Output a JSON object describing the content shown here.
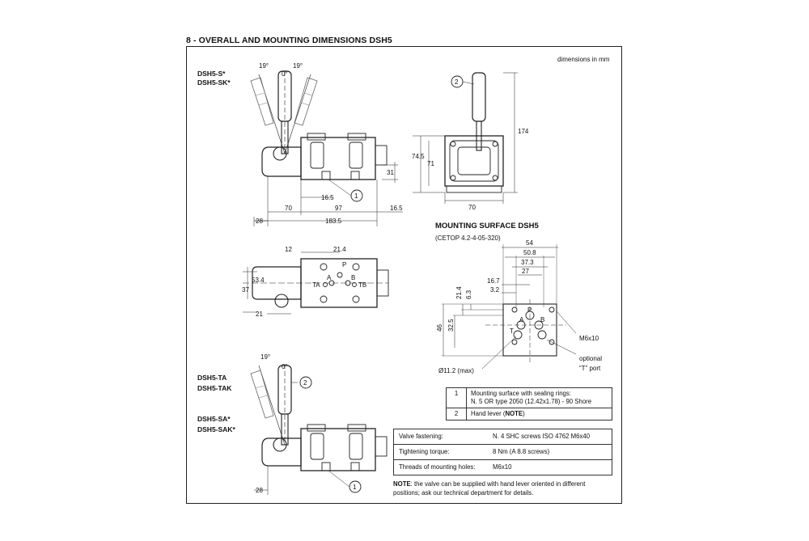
{
  "heading": "8 - OVERALL AND MOUNTING DIMENSIONS DSH5",
  "units_note": "dimensions in mm",
  "models_top": [
    "DSH5-S*",
    "DSH5-SK*"
  ],
  "models_bottom_1": [
    "DSH5-TA",
    "DSH5-TAK"
  ],
  "models_bottom_2": [
    "DSH5-SA*",
    "DSH5-SAK*"
  ],
  "angles": {
    "left": "19°",
    "center": "0°",
    "right": "19°"
  },
  "dims_front": {
    "d70": "70",
    "d97": "97",
    "d16_5a": "16.5",
    "d16_5b": "16.5",
    "d183_5": "183.5",
    "d28": "28",
    "d31": "31",
    "callout": "1"
  },
  "dims_side": {
    "d174": "174",
    "d74_5": "74.5",
    "d71": "71",
    "d70": "70",
    "callout": "2"
  },
  "dims_top": {
    "d12": "12",
    "d21_4": "21.4",
    "d53_4": "53.4",
    "d37": "37",
    "d21": "21",
    "port_p": "P",
    "port_a": "A",
    "port_b": "B",
    "port_ta": "TA",
    "port_tb": "TB"
  },
  "dims_bottom": {
    "angle_left": "19°",
    "angle_center": "0°",
    "d28": "28",
    "callout_1": "1",
    "callout_2": "2"
  },
  "mounting": {
    "title": "MOUNTING SURFACE DSH5",
    "subtitle": "(CETOP 4.2-4-05-320)",
    "h_dims": [
      "54",
      "50.8",
      "37.3",
      "27",
      "16.7",
      "3.2"
    ],
    "v_dims": [
      "21.4",
      "6.3",
      "46",
      "32.5"
    ],
    "ports": {
      "p": "P",
      "a": "A",
      "b": "B",
      "t": "T"
    },
    "m6": "M6x10",
    "optional": "optional",
    "t_port": "“T”  port",
    "dia": "Ø11.2 (max)"
  },
  "parts_table": [
    {
      "num": "1",
      "desc_1": "Mounting surface with sealing rings:",
      "desc_2": "N. 5 OR type 2050 (12.42x1.78) - 90 Shore"
    },
    {
      "num": "2",
      "desc_pre": "Hand lever (",
      "desc_bold": "NOTE",
      "desc_post": ")"
    }
  ],
  "spec_table": [
    {
      "label": "Valve fastening:",
      "value": "N. 4 SHC screws  ISO 4762  M6x40"
    },
    {
      "label": "Tightening torque:",
      "value": "8 Nm (A 8.8 screws)"
    },
    {
      "label": "Threads of  mounting holes:",
      "value": "M6x10"
    }
  ],
  "note": {
    "bold": "NOTE",
    "text": ": the valve can be supplied with hand lever oriented  in different positions; ask our technical department for details."
  }
}
